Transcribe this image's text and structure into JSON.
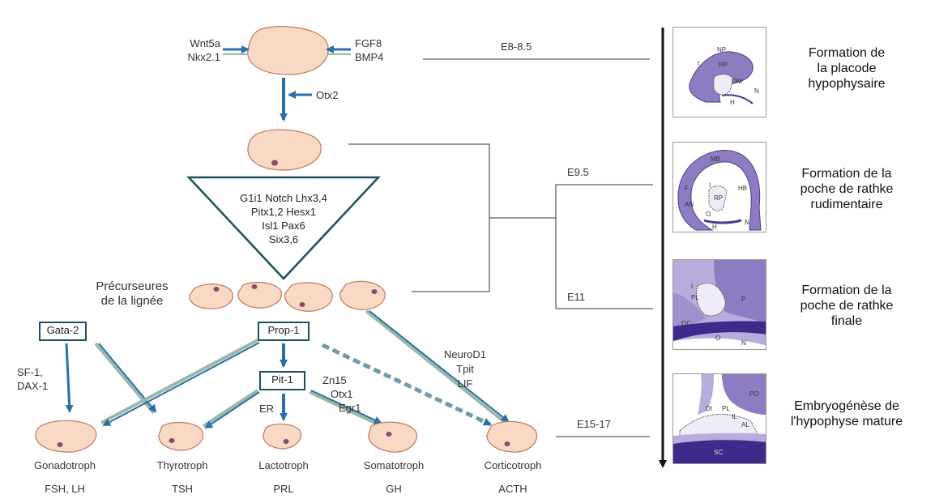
{
  "inducers_left": [
    "Wnt5a",
    "Nkx2.1"
  ],
  "inducers_right": [
    "FGF8",
    "BMP4"
  ],
  "otx2": "Otx2",
  "triangle_factors": [
    "G1i1  Notch  Lhx3,4",
    "Pitx1,2  Hesx1",
    "Isl1  Pax6",
    "Six3,6"
  ],
  "precursors_label": [
    "Précurseures",
    "de la lignée"
  ],
  "boxes": {
    "gata2": "Gata-2",
    "prop1": "Prop-1",
    "pit1": "Pit-1"
  },
  "factors": {
    "sf1": [
      "SF-1,",
      "DAX-1"
    ],
    "er": "ER",
    "zn15": [
      "Zn15",
      "Otx1",
      "Egr1"
    ],
    "neurod1": [
      "NeuroD1",
      "Tpit",
      "LIF"
    ]
  },
  "cell_types": [
    {
      "name": "Gonadotroph",
      "hormone": "FSH, LH"
    },
    {
      "name": "Thyrotroph",
      "hormone": "TSH"
    },
    {
      "name": "Lactotroph",
      "hormone": "PRL"
    },
    {
      "name": "Somatotroph",
      "hormone": "GH"
    },
    {
      "name": "Corticotroph",
      "hormone": "ACTH"
    }
  ],
  "timeline": [
    "E8-8.5",
    "E9.5",
    "E11",
    "E15-17"
  ],
  "stages": [
    [
      "Formation de",
      "la placode",
      "hypophysaire"
    ],
    [
      "Formation de la",
      "poche de rathke",
      "rudimentaire"
    ],
    [
      "Formation de la",
      "poche de rathke",
      "finale"
    ],
    [
      "Embryogénèse de",
      "l'hypophyse mature"
    ]
  ],
  "panel_labels": {
    "p1": [
      "NP",
      "PP",
      "OM",
      "I",
      "N",
      "H"
    ],
    "p2": [
      "MB",
      "HB",
      "F",
      "AN",
      "I",
      "RP",
      "O",
      "H",
      "N"
    ],
    "p3": [
      "I",
      "PL",
      "P",
      "OC",
      "O",
      "N"
    ],
    "p4": [
      "PO",
      "DI",
      "PL",
      "IL",
      "AL",
      "SC"
    ]
  },
  "colors": {
    "cell_fill": "#f7d9c4",
    "cell_stroke": "#c07860",
    "nucleus": "#8a4a6a",
    "arrow": "#2a6fa8",
    "box_border": "#1f4e5c",
    "tissue": "#8e7cc3",
    "tissue_dark": "#3d2a8a"
  }
}
